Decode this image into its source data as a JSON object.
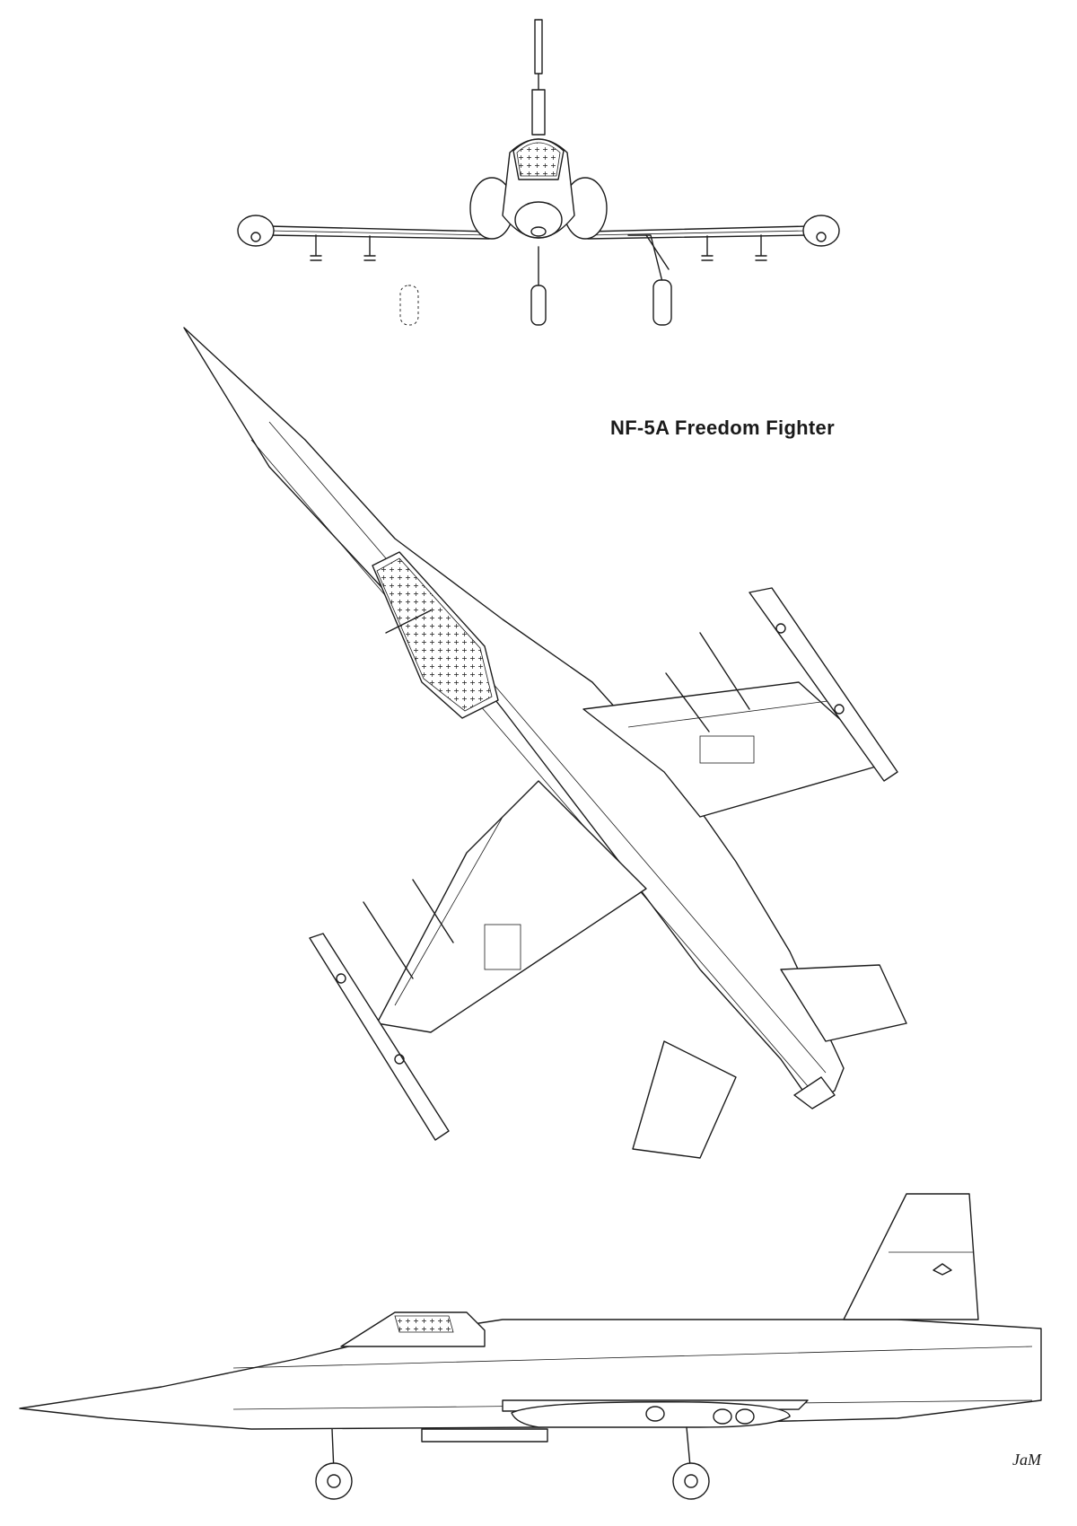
{
  "drawing": {
    "title": "NF-5A Freedom Fighter",
    "signature": "JaM"
  },
  "views": [
    {
      "id": "front-view"
    },
    {
      "id": "top-view"
    },
    {
      "id": "side-view"
    }
  ],
  "colors": {
    "ink": "#1c1c1c",
    "paper": "#ffffff"
  }
}
